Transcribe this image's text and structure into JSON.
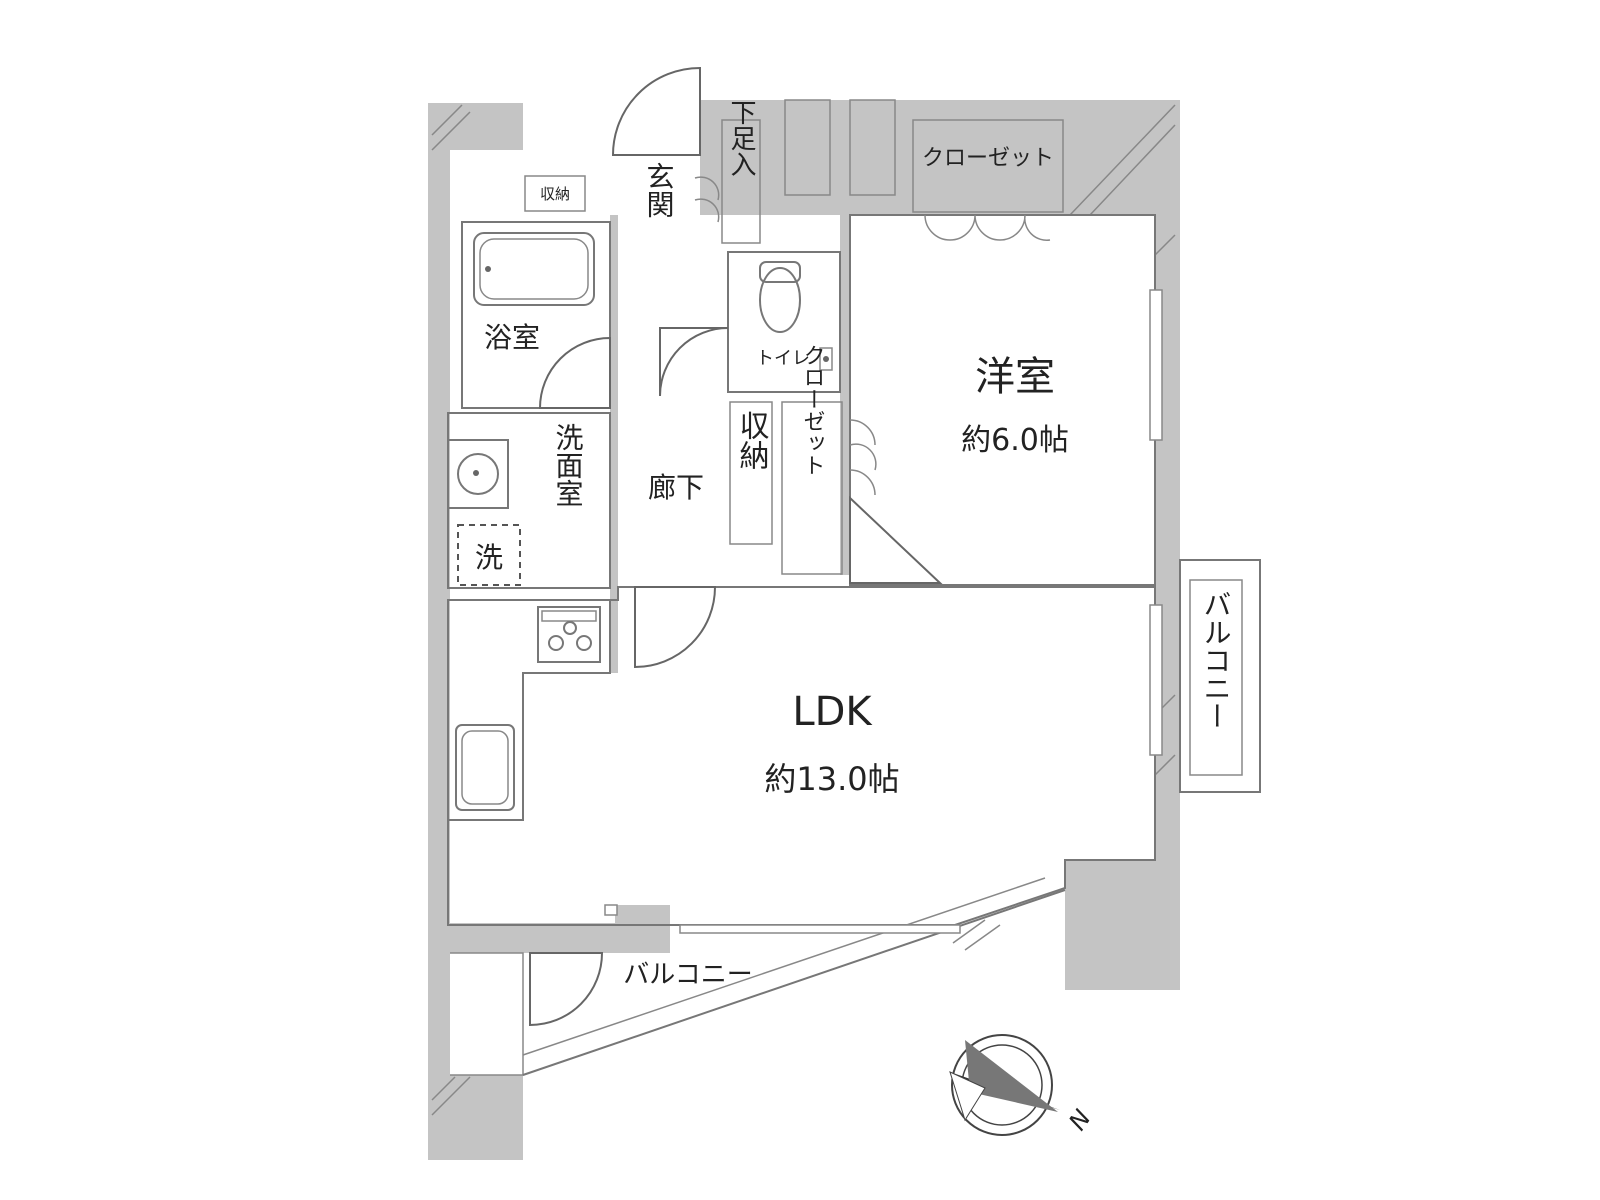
{
  "plan": {
    "rooms": {
      "ldk": {
        "name": "LDK",
        "area": "約13.0帖"
      },
      "western": {
        "name": "洋室",
        "area": "約6.0帖"
      },
      "bath": {
        "name": "浴室"
      },
      "washroom": {
        "name": "洗面室"
      },
      "washer": {
        "name": "洗"
      },
      "toilet": {
        "name": "トイレ"
      },
      "hallway": {
        "name": "廊下"
      },
      "entrance": {
        "name": "玄関"
      },
      "shoe": {
        "name": "下足入"
      },
      "storage_small": {
        "name": "収納"
      },
      "storage_hall": {
        "name": "収納"
      },
      "closet_top": {
        "name": "クローゼット"
      },
      "closet_mid": {
        "name": "クローゼット"
      }
    },
    "balcony_right": "バルコニー",
    "balcony_bottom": "バルコニー",
    "compass": {
      "label": "N"
    }
  },
  "colors": {
    "wall": "#c4c4c4",
    "wet_area": "#e6f2fb",
    "floor_ldk": "#fbf2e3",
    "floor_western": "#fbf8e8",
    "storage": "#e2d6bd"
  }
}
